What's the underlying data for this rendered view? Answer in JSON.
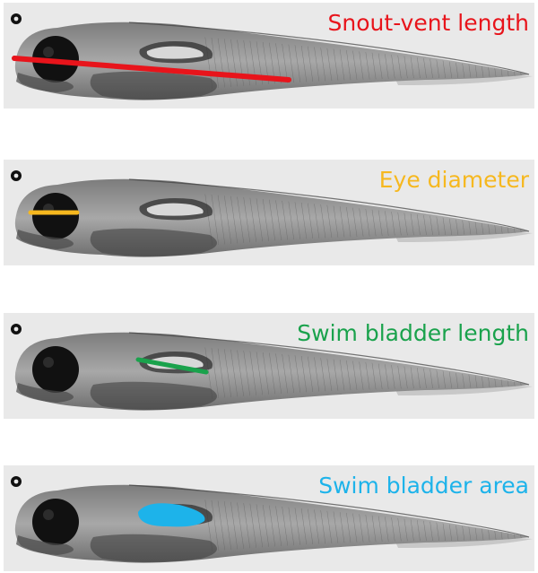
{
  "panels": [
    {
      "label": "Snout-vent length",
      "color": "#e8141b",
      "mark": "line"
    },
    {
      "label": "Eye diameter",
      "color": "#f6b81f",
      "mark": "line"
    },
    {
      "label": "Swim bladder length",
      "color": "#1aa24c",
      "mark": "line"
    },
    {
      "label": "Swim bladder area",
      "color": "#1db3ea",
      "mark": "area"
    }
  ]
}
